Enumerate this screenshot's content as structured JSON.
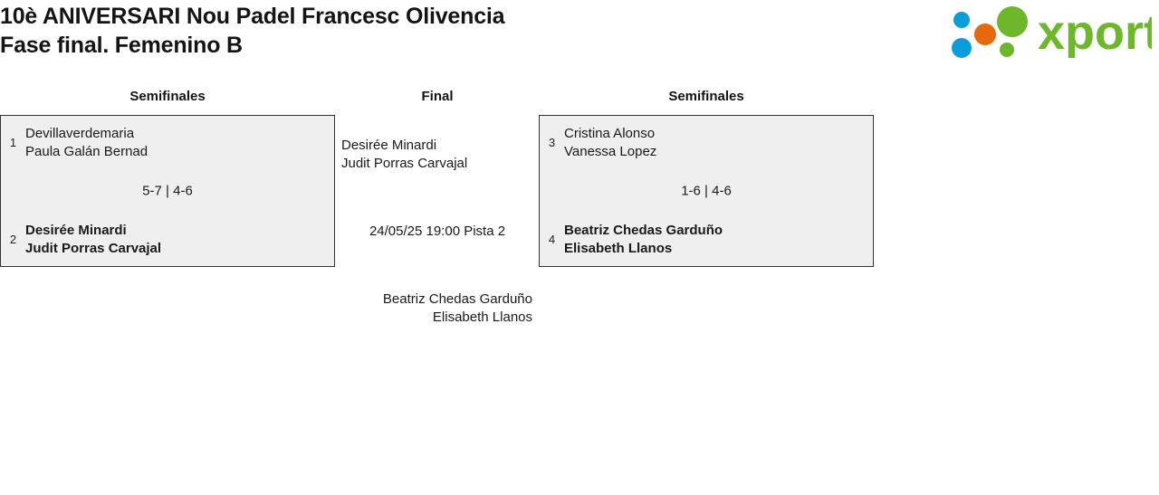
{
  "header": {
    "title_line1": "10è ANIVERSARI Nou Padel Francesc Olivencia",
    "title_line2": "Fase final. Femenino B",
    "logo": {
      "wordmark": "xporty",
      "colors": {
        "green": "#6cb82a",
        "orange": "#e8690b",
        "blue": "#0a9ddc"
      }
    }
  },
  "bracket": {
    "rounds": [
      {
        "id": "semifinal-left",
        "label": "Semifinales"
      },
      {
        "id": "final",
        "label": "Final"
      },
      {
        "id": "semifinal-right",
        "label": "Semifinales"
      }
    ],
    "semifinal_left": {
      "round_label": "Semifinales",
      "score": "5-7 | 4-6",
      "teams": [
        {
          "seed": "1",
          "player1": "Devillaverdemaria",
          "player2": "Paula Galán Bernad",
          "winner": false
        },
        {
          "seed": "2",
          "player1": "Desirée Minardi",
          "player2": "Judit Porras Carvajal",
          "winner": true
        }
      ]
    },
    "semifinal_right": {
      "round_label": "Semifinales",
      "score": "1-6 | 4-6",
      "teams": [
        {
          "seed": "3",
          "player1": "Cristina Alonso",
          "player2": "Vanessa Lopez",
          "winner": false
        },
        {
          "seed": "4",
          "player1": "Beatriz Chedas Garduño",
          "player2": "Elisabeth Llanos",
          "winner": true
        }
      ]
    },
    "final": {
      "round_label": "Final",
      "match_info": "24/05/25 19:00 Pista 2",
      "teams": [
        {
          "player1": "Desirée Minardi",
          "player2": "Judit Porras Carvajal",
          "winner": false
        },
        {
          "player1": "Beatriz Chedas Garduño",
          "player2": "Elisabeth Llanos",
          "winner": false
        }
      ]
    }
  }
}
